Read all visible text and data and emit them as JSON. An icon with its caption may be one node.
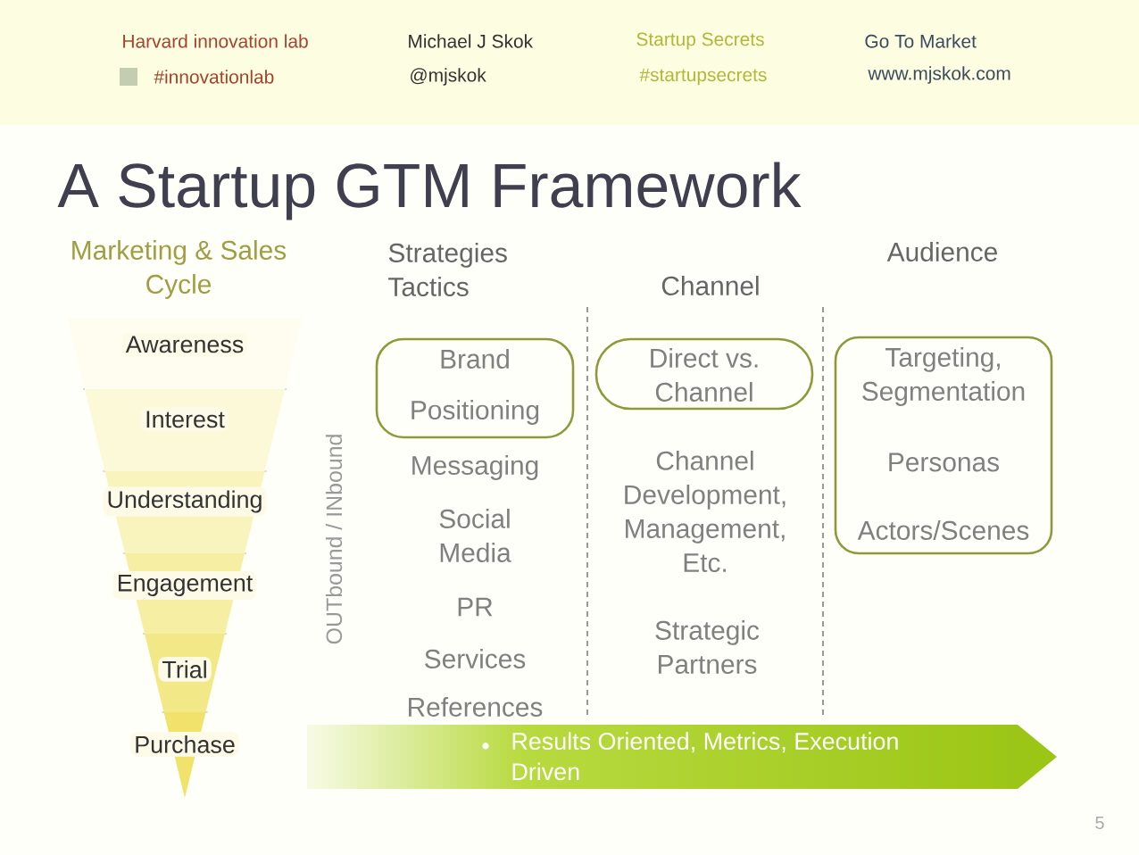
{
  "diagram": {
    "title": "A Startup GTM Framework",
    "nodes": [
      {
        "text": [
          "Awareness"
        ]
      },
      {
        "text": [
          "Interest"
        ]
      },
      {
        "text": [
          "Understanding"
        ]
      },
      {
        "text": [
          "Engagement"
        ]
      },
      {
        "text": [
          "Trial"
        ]
      },
      {
        "text": [
          "Purchase"
        ]
      },
      {
        "text": [
          "Brand",
          "Positioning"
        ]
      },
      {
        "text": [
          "Direct vs. Channel"
        ]
      },
      {
        "text": [
          "Targeting, Segmentation",
          "Personas",
          "Actors/Scenes"
        ]
      },
      {
        "text": [
          "Results Oriented, Metrics, Execution Driven"
        ]
      }
    ],
    "labels": [
      "Harvard innovation lab",
      "Michael J Skok",
      "Startup Secrets",
      "Go To Market",
      "#innovationlab",
      "@mjskok",
      "#startupsecrets",
      "www.mjskok.com",
      "Marketing & Sales Cycle",
      "Strategies Tactics",
      "Audience",
      "Channel",
      "OUTbound / INbound",
      "Messaging",
      "Social Media",
      "Channel Development, Management, Etc.",
      "PR",
      "Services",
      "Strategic Partners",
      "References",
      "5"
    ]
  }
}
